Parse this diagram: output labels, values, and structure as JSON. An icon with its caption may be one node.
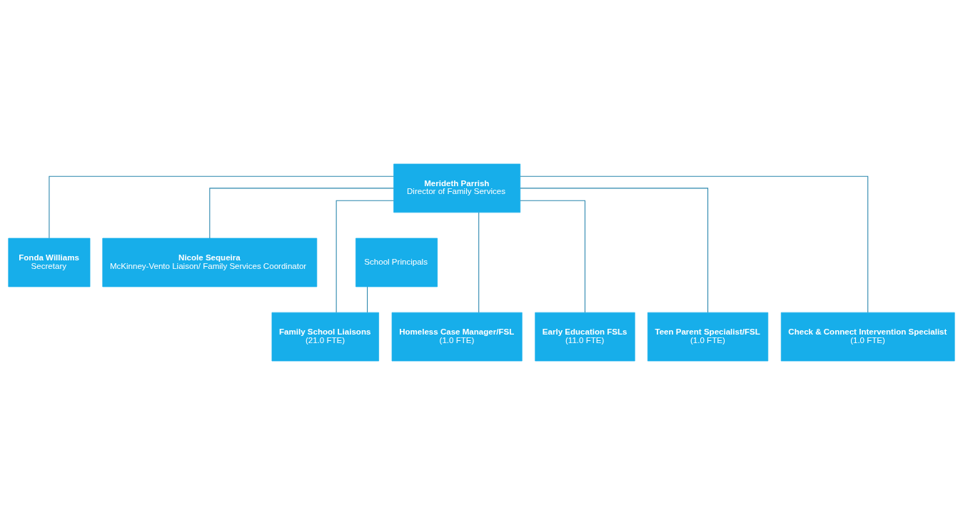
{
  "diagram": {
    "nodes": [
      {
        "text": [
          "Merideth Parrish",
          "Director of Family Services"
        ]
      },
      {
        "text": [
          "School Principals"
        ]
      },
      {
        "text": [
          "Fonda Williams",
          "Secretary"
        ]
      },
      {
        "text": [
          "Nicole Sequeira",
          "McKinney-Vento Liaison/ Family Services Coordinator"
        ]
      },
      {
        "text": [
          "Family School Liaisons",
          "(21.0 FTE)"
        ]
      },
      {
        "text": [
          "Homeless Case Manager/FSL",
          "(1.0 FTE)"
        ]
      },
      {
        "text": [
          "Early Education FSLs",
          "(11.0 FTE)"
        ]
      },
      {
        "text": [
          "Teen Parent Specialist/FSL",
          "(1.0 FTE)"
        ]
      },
      {
        "text": [
          "Check & Connect Intervention Specialist",
          "(1.0 FTE)"
        ]
      }
    ],
    "edges": [
      {
        "from": 0,
        "to": 2,
        "arrow": "none"
      },
      {
        "from": 0,
        "to": 3,
        "arrow": "none"
      },
      {
        "from": 0,
        "to": 4,
        "arrow": "none"
      },
      {
        "from": 0,
        "to": 5,
        "arrow": "none"
      },
      {
        "from": 0,
        "to": 6,
        "arrow": "none"
      },
      {
        "from": 0,
        "to": 7,
        "arrow": "none"
      },
      {
        "from": 0,
        "to": 8,
        "arrow": "none"
      },
      {
        "from": 1,
        "to": 4,
        "arrow": "none"
      }
    ]
  }
}
